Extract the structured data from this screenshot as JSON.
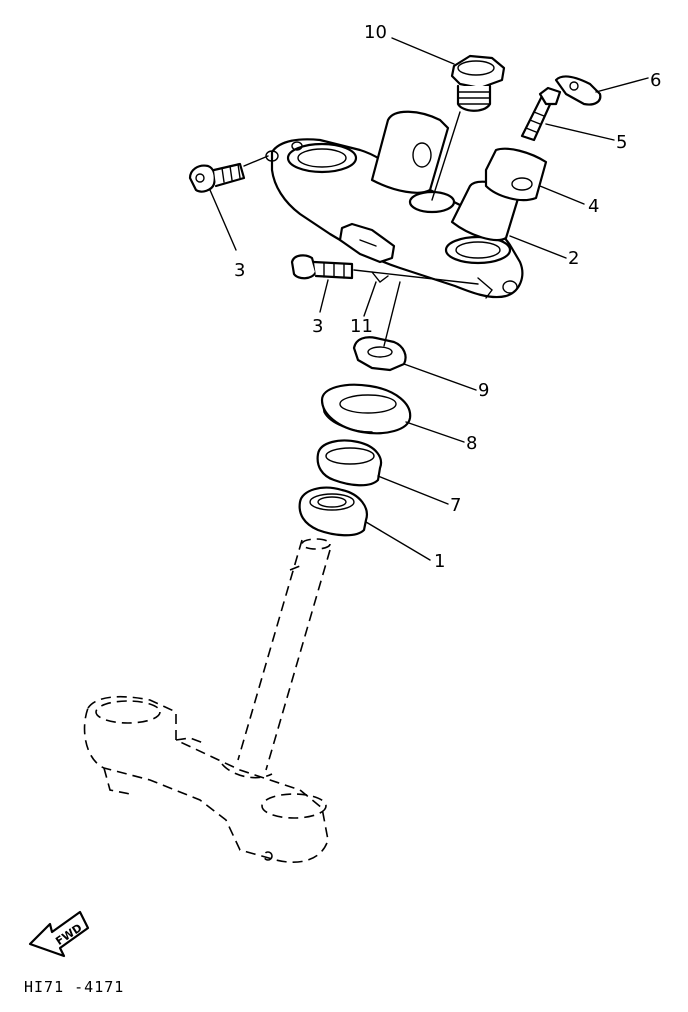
{
  "callouts": {
    "c10": "10",
    "c6": "6",
    "c5": "5",
    "c4": "4",
    "c2": "2",
    "c3a": "3",
    "c3b": "3",
    "c11": "11",
    "c9": "9",
    "c8": "8",
    "c7": "7",
    "c1": "1"
  },
  "fwd_badge": "FWD",
  "drawing_code": "HI71 -4171"
}
